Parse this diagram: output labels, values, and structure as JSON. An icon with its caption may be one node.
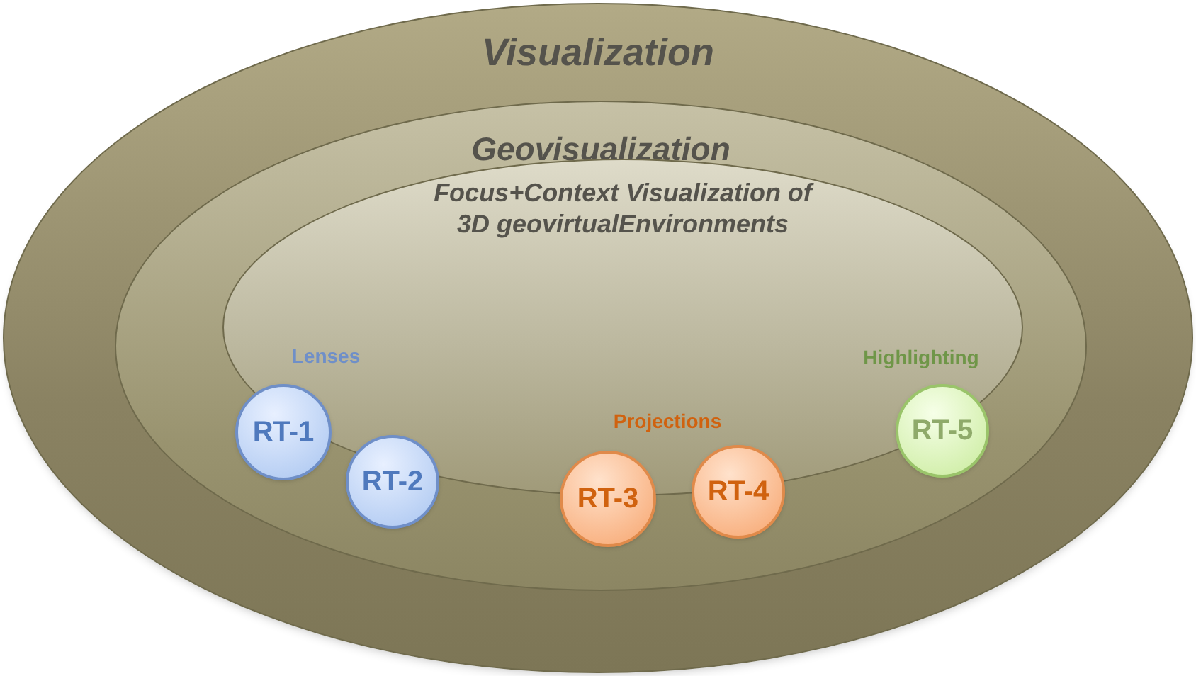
{
  "diagram": {
    "nodes": [
      {
        "text": [
          "Visualization"
        ]
      },
      {
        "text": [
          "Geovisualization"
        ],
        "in": 0
      },
      {
        "text": [
          "Focus+Context Visualization of 3D geovirtualEnvironments"
        ],
        "in": 1
      },
      {
        "text": [
          "RT-1"
        ],
        "in": 2
      },
      {
        "text": [
          "RT-2"
        ],
        "in": 1
      },
      {
        "text": [
          "RT-3"
        ],
        "in": 1
      },
      {
        "text": [
          "RT-4"
        ],
        "in": 1
      },
      {
        "text": [
          "RT-5"
        ],
        "in": 2
      }
    ],
    "labels": [
      "Lenses",
      "Projections",
      "Highlighting"
    ]
  }
}
